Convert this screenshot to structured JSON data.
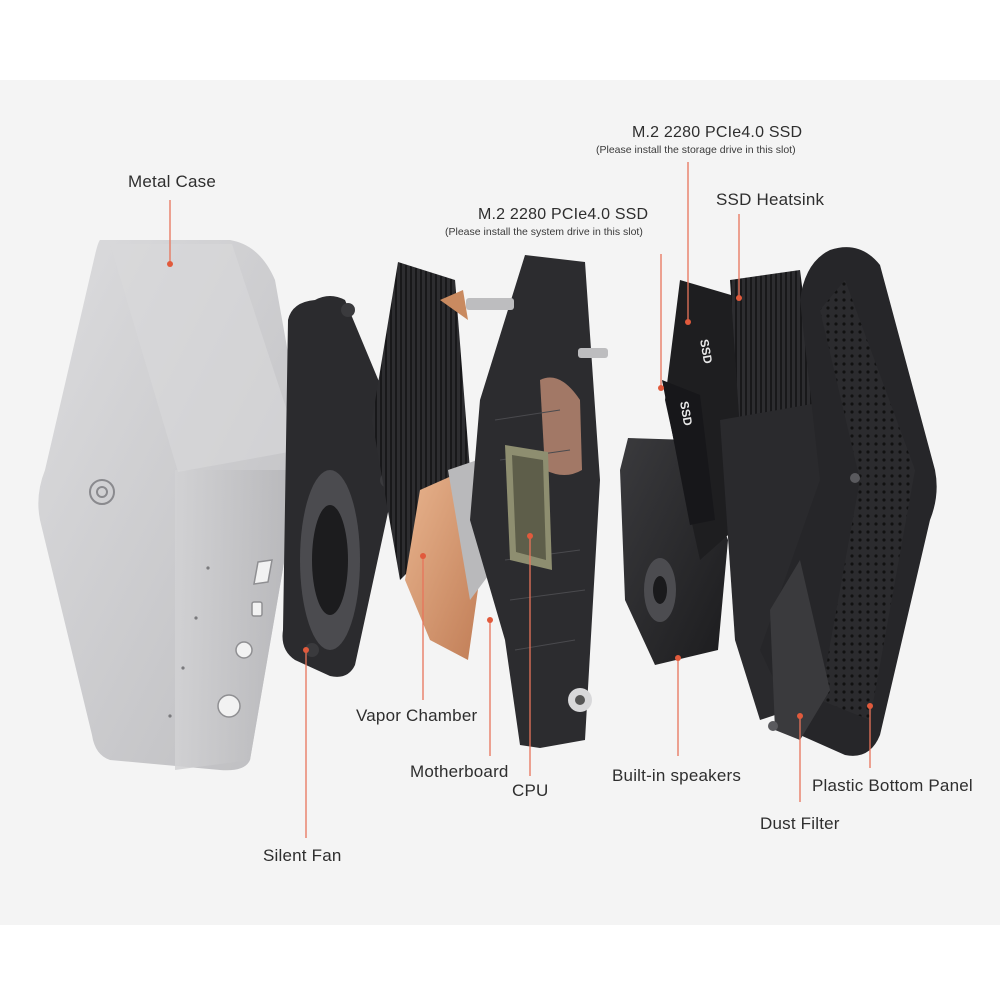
{
  "colors": {
    "leader": "#e8745a",
    "dot": "#e15a3c",
    "background": "#f4f4f4",
    "case_silver": "#c9c9cb",
    "copper": "#d49a72",
    "dark_part": "#2a2a2c"
  },
  "labels": {
    "metal_case": "Metal Case",
    "silent_fan": "Silent Fan",
    "vapor_chamber": "Vapor Chamber",
    "motherboard": "Motherboard",
    "cpu": "CPU",
    "ssd_system": "M.2 2280 PCIe4.0 SSD",
    "ssd_system_note": "(Please install the system drive in this slot)",
    "ssd_storage": "M.2 2280 PCIe4.0 SSD",
    "ssd_storage_note": "(Please install the storage drive in this slot)",
    "ssd_heatsink": "SSD Heatsink",
    "speakers": "Built-in speakers",
    "dust_filter": "Dust Filter",
    "bottom_panel": "Plastic Bottom Panel"
  },
  "ssd_text": "SSD"
}
